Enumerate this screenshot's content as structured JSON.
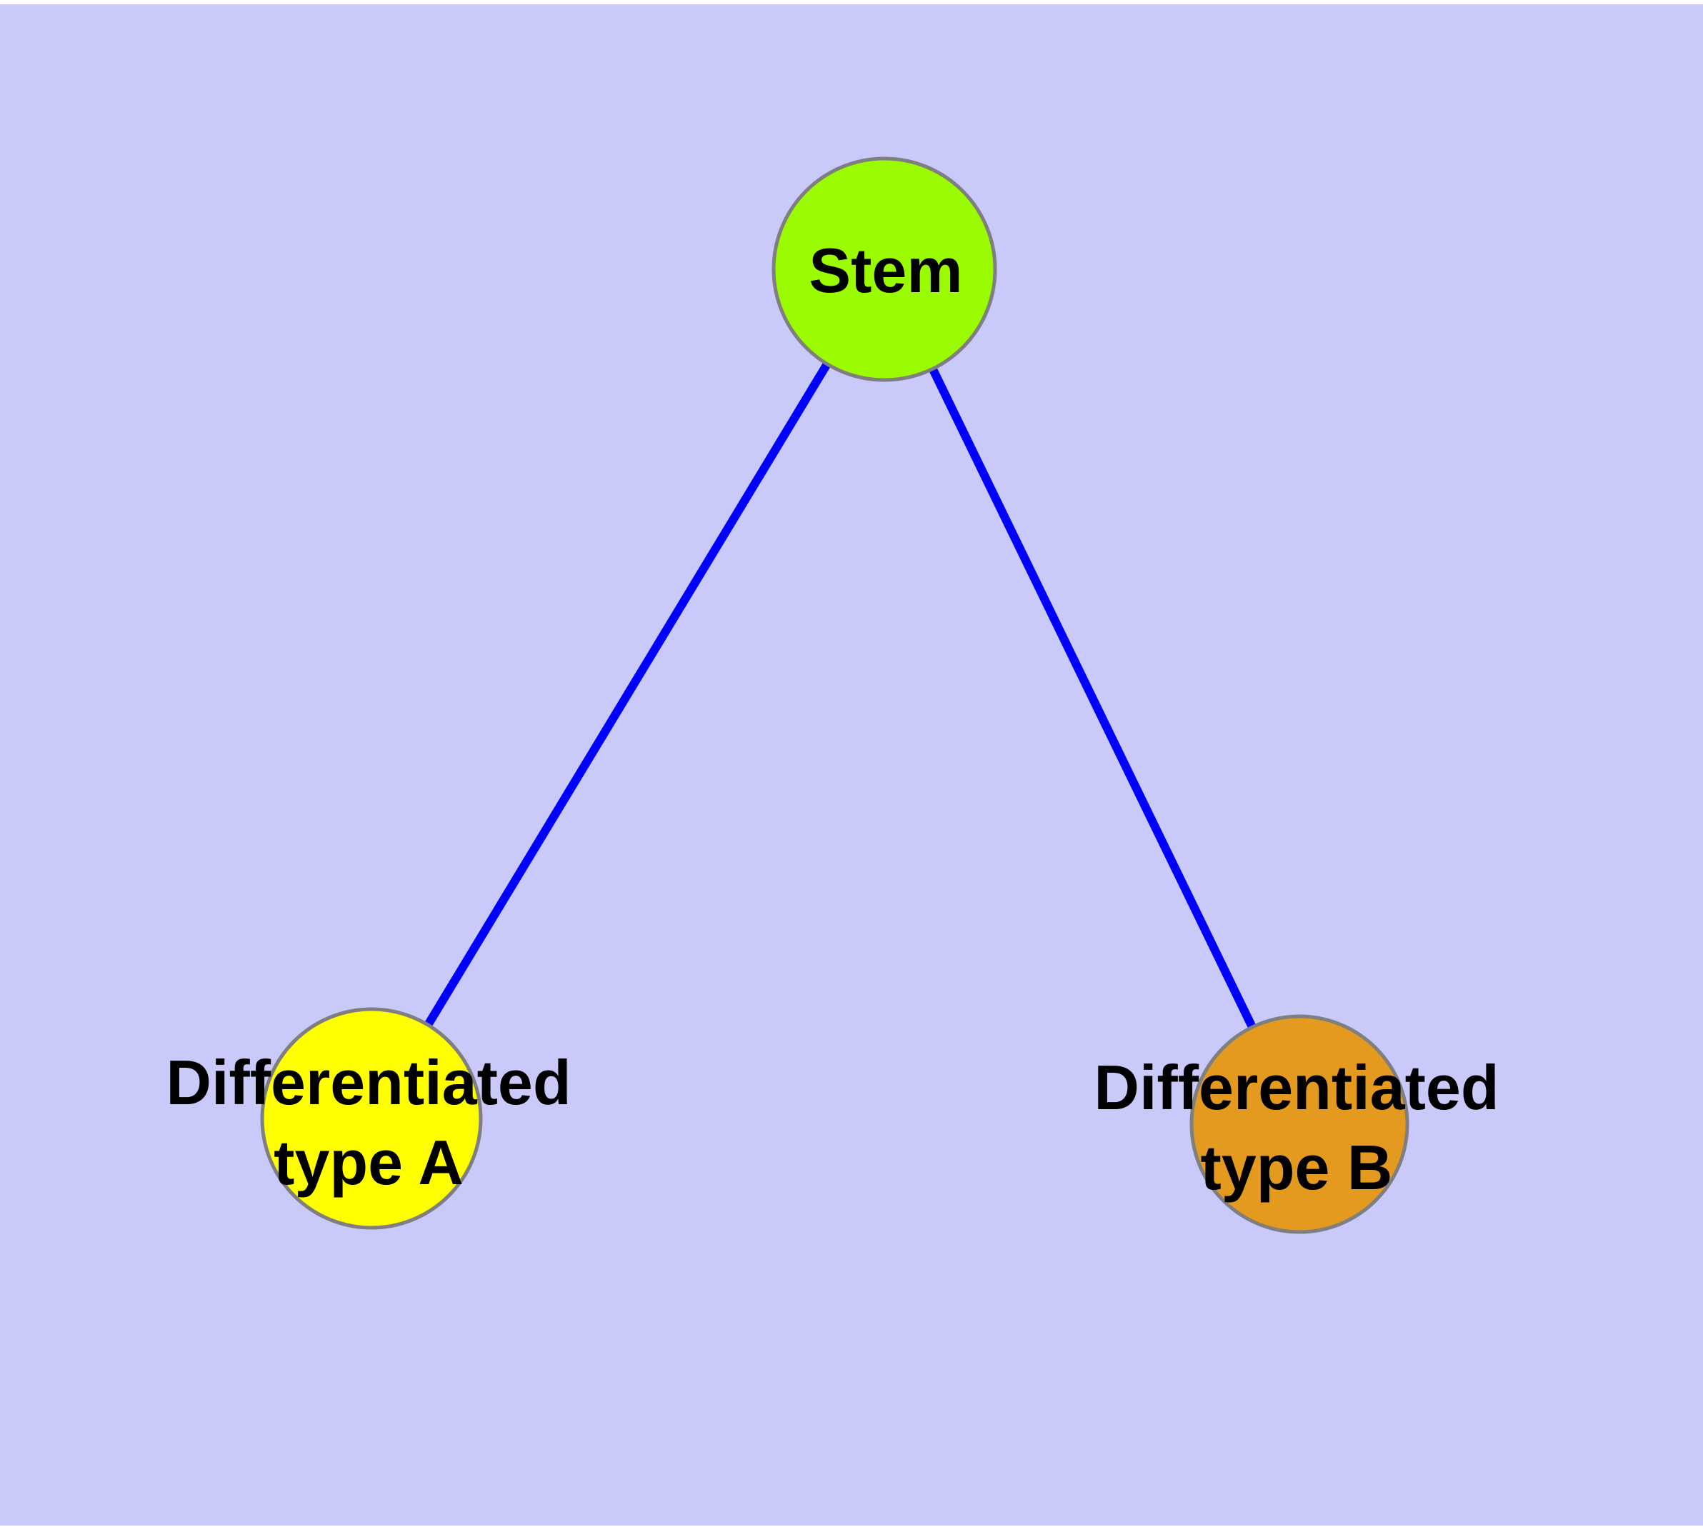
{
  "diagram": {
    "type": "graph",
    "description": "Cell differentiation hierarchy: one stem node with edges to two differentiated cell-type nodes",
    "colors": {
      "page_background": "#ffffff",
      "plot_background": "#c9c9fa",
      "edge": "#0000fe",
      "node_border": "#7f7f7f",
      "label_text": "#000000",
      "stem_fill": "#9bfb00",
      "type_a_fill": "#ffff00",
      "type_b_fill": "#e39a1e"
    },
    "nodes": {
      "stem": {
        "label": "Stem",
        "color": "#9bfb00"
      },
      "typeA": {
        "line1": "Differentiated",
        "line2": "type A",
        "color": "#ffff00"
      },
      "typeB": {
        "line1": "Differentiated",
        "line2": "type B",
        "color": "#e39a1e"
      }
    },
    "edges": [
      {
        "from": "Stem",
        "to": "Differentiated type A"
      },
      {
        "from": "Stem",
        "to": "Differentiated type B"
      }
    ]
  }
}
